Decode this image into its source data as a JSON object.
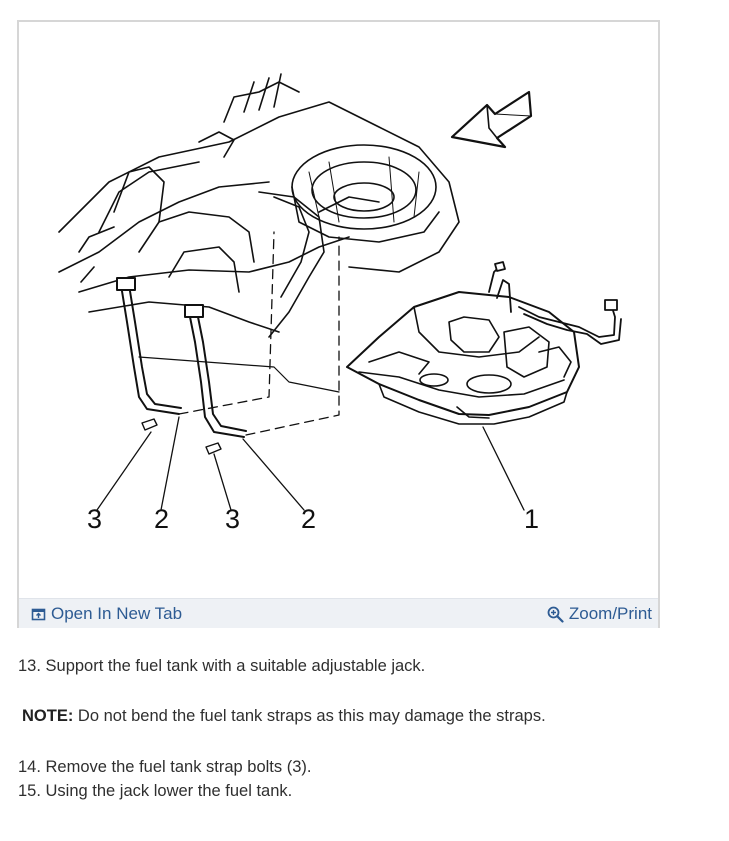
{
  "figure": {
    "callouts": {
      "c1": "3",
      "c2": "2",
      "c3": "3",
      "c4": "2",
      "c5": "1"
    },
    "toolbar": {
      "open_tab_label": "Open In New Tab",
      "zoom_label": "Zoom/Print",
      "open_tab_icon": "open-in-new-tab-icon",
      "zoom_icon": "magnifier-zoom-icon",
      "link_color": "#2d5b93"
    }
  },
  "steps": {
    "step13": "13. Support the fuel tank with a suitable adjustable jack.",
    "note_label": "NOTE:",
    "note_body": " Do not bend the fuel tank straps as this may damage the straps.",
    "step14": "14. Remove the fuel tank strap bolts (3).",
    "step15": "15. Using the jack lower the fuel tank."
  }
}
